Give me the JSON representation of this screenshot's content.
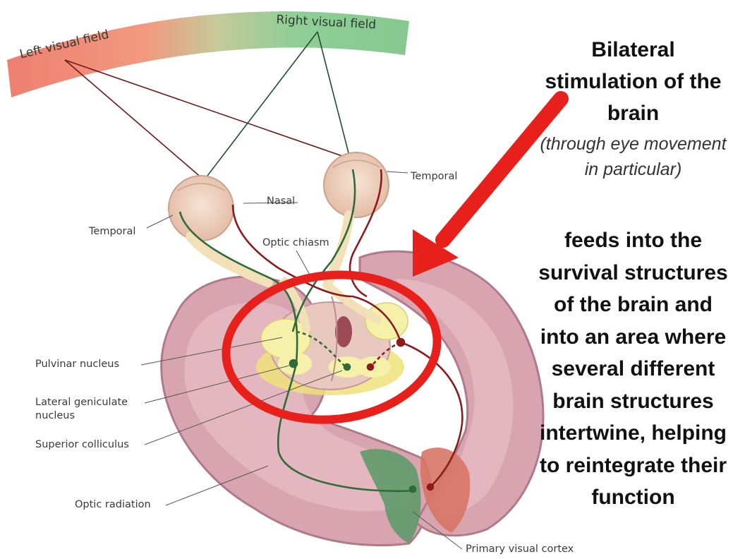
{
  "visual_field": {
    "left_label": "Left visual field",
    "right_label": "Right visual field",
    "left_color": "#f08070",
    "right_color": "#8fcf97"
  },
  "labels": {
    "temporal_right": "Temporal",
    "nasal": "Nasal",
    "temporal_left": "Temporal",
    "optic_chiasm": "Optic chiasm",
    "pulvinar": "Pulvinar nucleus",
    "lgn": "Lateral geniculate nucleus",
    "superior_colliculus": "Superior colliculus",
    "optic_radiation": "Optic radiation",
    "primary_visual_cortex": "Primary visual cortex"
  },
  "annotation": {
    "title": "Bilateral stimulation of the brain",
    "subtitle": "(through eye movement in particular)",
    "body": "feeds into the survival structures of the brain and into an area where several different brain structures intertwine, helping to reintegrate their function",
    "highlight_color": "#e8201c"
  },
  "colors": {
    "green_pathway": "#2f6b3a",
    "red_pathway": "#8e1b1b",
    "brain_fill": "#d9a6b2",
    "brain_edge": "#b57e8d",
    "eye_fill": "#f0d2c0",
    "nucleus_fill": "#f4f0a6"
  }
}
